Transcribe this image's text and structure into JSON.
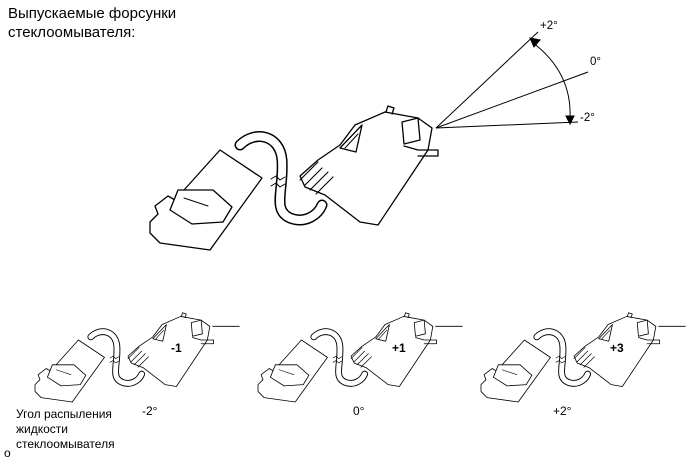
{
  "title": {
    "line1": "Выпускаемые форсунки",
    "line2": "стеклоомывателя:"
  },
  "spray_angles": {
    "top": "+2°",
    "middle": "0°",
    "bottom": "-2°"
  },
  "adjustments": [
    {
      "setting": "-1",
      "angle": "-2°"
    },
    {
      "setting": "+1",
      "angle": "0°"
    },
    {
      "setting": "+3",
      "angle": "+2°"
    }
  ],
  "caption": {
    "line1": "Угол распыления",
    "line2": "жидкости",
    "line3": "стеклоомывателя"
  },
  "corner_mark": "o"
}
